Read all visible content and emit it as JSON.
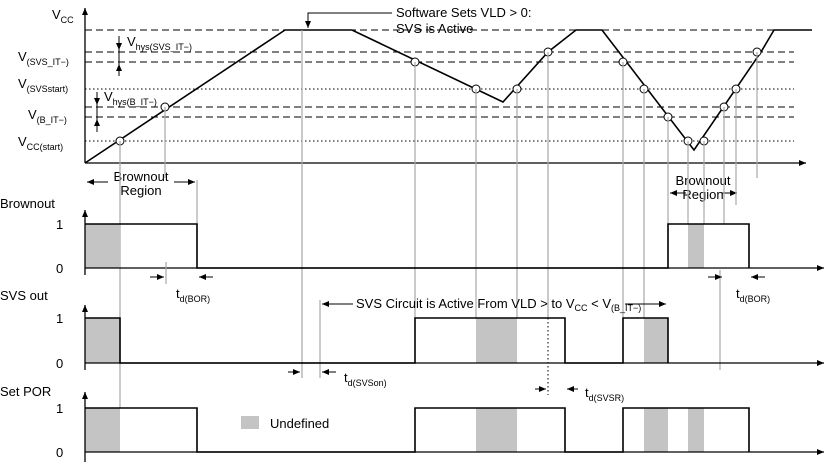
{
  "vcc_labels": {
    "vcc": {
      "main": "V",
      "sub": "CC"
    },
    "svs_it": {
      "main": "V",
      "sub": "(SVS_IT−)"
    },
    "svs_start": {
      "main": "V",
      "sub": "(SVSstart)"
    },
    "b_it": {
      "main": "V",
      "sub": "(B_IT−)"
    },
    "vcc_start": {
      "main": "V",
      "sub": "CC(start)"
    },
    "hys_svs": {
      "main": "V",
      "sub": "hys(SVS_IT−)"
    },
    "hys_b": {
      "main": "V",
      "sub": "hys(B_IT−)"
    }
  },
  "annotations": {
    "software_line1": "Software Sets VLD > 0:",
    "software_line2": "SVS is Active",
    "brownout_region_1": {
      "line1": "Brownout",
      "line2": "Region"
    },
    "brownout_region_2": {
      "line1": "Brownout",
      "line2": "Region"
    },
    "svs_active": {
      "pre": "SVS Circuit is Active From VLD > to V",
      "sub1": "CC",
      "mid": " < V",
      "sub2": "(B_IT−)"
    }
  },
  "signals": {
    "brownout": "Brownout",
    "svs_out": "SVS out",
    "set_por": "Set POR",
    "one": "1",
    "zero": "0"
  },
  "timing_labels": {
    "td_bor_1": {
      "main": "t",
      "sub": "d(BOR)"
    },
    "td_bor_2": {
      "main": "t",
      "sub": "d(BOR)"
    },
    "td_svson": {
      "main": "t",
      "sub": "d(SVSon)"
    },
    "td_svsr": {
      "main": "t",
      "sub": "d(SVSR)"
    }
  },
  "legend": {
    "undefined": "Undefined"
  },
  "colors": {
    "undefined_fill": "#c4c4c4",
    "guide_line": "#a8a8a8"
  }
}
